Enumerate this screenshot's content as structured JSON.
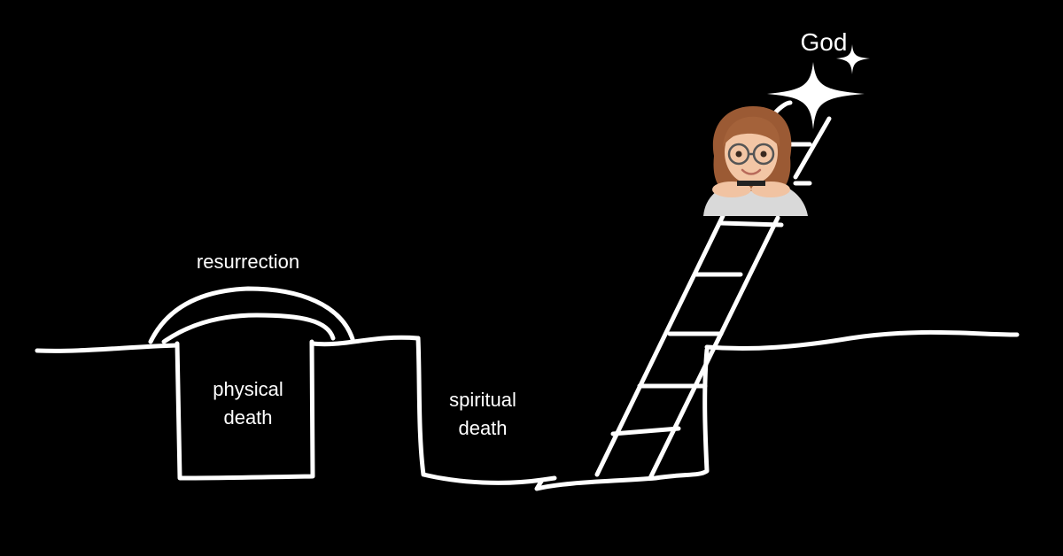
{
  "labels": {
    "resurrection": "resurrection",
    "physical_death_line1": "physical",
    "physical_death_line2": "death",
    "spiritual_death_line1": "spiritual",
    "spiritual_death_line2": "death",
    "god": "God"
  },
  "colors": {
    "background": "#000000",
    "ink": "#ffffff"
  },
  "icons": {
    "avatar": "memoji-woman-with-glasses-icon",
    "sparkle": "sparkle-icon"
  }
}
